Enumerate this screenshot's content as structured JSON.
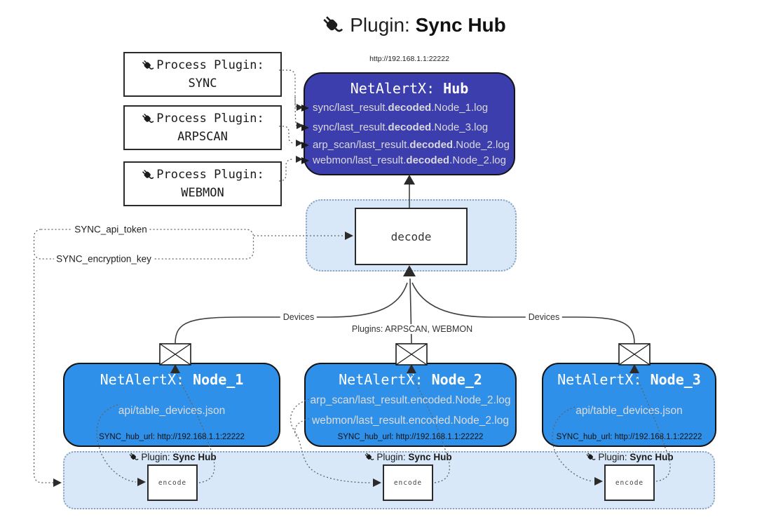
{
  "diagram_title": {
    "prefix": "Plugin: ",
    "name": "Sync Hub"
  },
  "hub": {
    "url_label": "http://192.168.1.1:22222",
    "title_prefix": "NetAlertX: ",
    "title_name": "Hub",
    "files": [
      {
        "pre": "sync/last_result.",
        "mid": "decoded",
        "post": ".Node_1.log"
      },
      {
        "pre": "sync/last_result.",
        "mid": "decoded",
        "post": ".Node_3.log"
      },
      {
        "pre": "arp_scan/last_result.",
        "mid": "decoded",
        "post": ".Node_2.log"
      },
      {
        "pre": "webmon/last_result.",
        "mid": "decoded",
        "post": ".Node_2.log"
      }
    ]
  },
  "process_plugins": [
    {
      "label": "Process Plugin:",
      "name": "SYNC"
    },
    {
      "label": "Process Plugin:",
      "name": "ARPSCAN"
    },
    {
      "label": "Process Plugin:",
      "name": "WEBMON"
    }
  ],
  "decode_box": {
    "label": "decode"
  },
  "settings": {
    "api_token": "SYNC_api_token",
    "encryption_key": "SYNC_encryption_key"
  },
  "edge_labels": {
    "devices_left": "Devices",
    "plugins_middle": "Plugins: ARPSCAN, WEBMON",
    "devices_right": "Devices"
  },
  "nodes": [
    {
      "title_prefix": "NetAlertX: ",
      "title_name": "Node_1",
      "files": [
        "api/table_devices.json"
      ],
      "hub_url": "SYNC_hub_url: http://192.168.1.1:22222"
    },
    {
      "title_prefix": "NetAlertX: ",
      "title_name": "Node_2",
      "files": [
        "arp_scan/last_result.encoded.Node_2.log",
        "webmon/last_result.encoded.Node_2.log"
      ],
      "hub_url": "SYNC_hub_url: http://192.168.1.1:22222"
    },
    {
      "title_prefix": "NetAlertX: ",
      "title_name": "Node_3",
      "files": [
        "api/table_devices.json"
      ],
      "hub_url": "SYNC_hub_url: http://192.168.1.1:22222"
    }
  ],
  "encoders": [
    {
      "label_prefix": "Plugin: ",
      "label_name": "Sync Hub",
      "box_label": "encode"
    },
    {
      "label_prefix": "Plugin: ",
      "label_name": "Sync Hub",
      "box_label": "encode"
    },
    {
      "label_prefix": "Plugin: ",
      "label_name": "Sync Hub",
      "box_label": "encode"
    }
  ],
  "icons": {
    "plug": "plug-icon",
    "envelope": "envelope-icon"
  },
  "colors": {
    "hub_bg": "#3d3eae",
    "node_bg": "#2e90e8",
    "panel_bg": "#d8e8f8",
    "panel_border": "#8aa2bd",
    "edge": "#3f3f3f",
    "box_border": "#2b2b2b",
    "hub_text": "#d9d9d9",
    "node_text": "#dcdcdc"
  }
}
